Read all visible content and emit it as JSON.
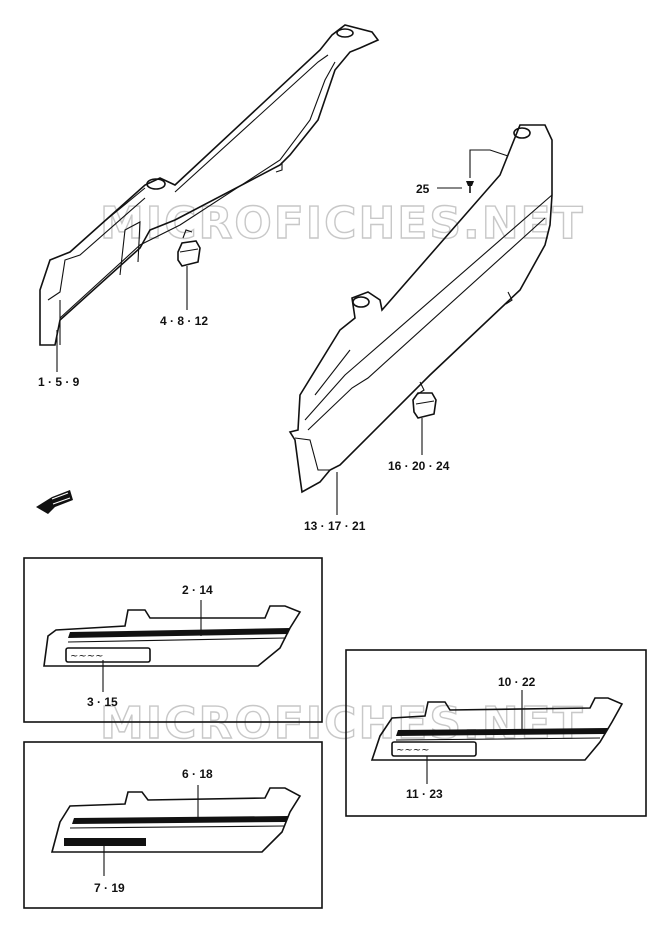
{
  "watermark": "MICROFICHES.NET",
  "callouts": {
    "frame_left": "1 · 5 · 9",
    "cushion_upper": "4 · 8 · 12",
    "screw": "25",
    "cover_right": "13 · 17 · 21",
    "cushion_lower": "16 · 20 · 24",
    "box1_stripe": "2 · 14",
    "box1_emblem": "3 · 15",
    "box2_stripe": "10 · 22",
    "box2_emblem": "11 · 23",
    "box3_stripe": "6 · 18",
    "box3_emblem": "7 · 19"
  }
}
